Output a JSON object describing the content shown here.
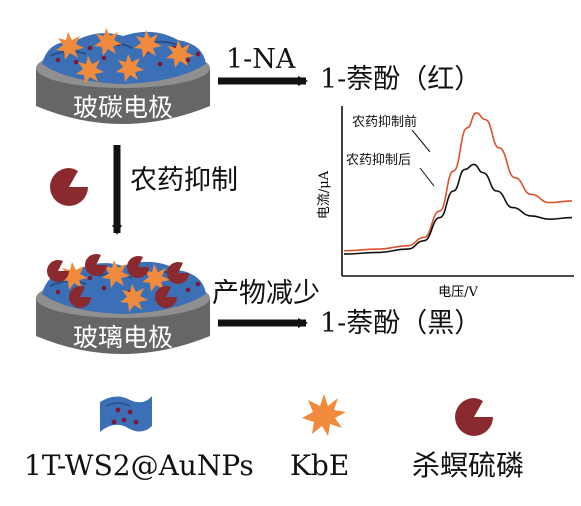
{
  "top_electrode_label": "玻碳电极",
  "bottom_electrode_label": "玻璃电极",
  "step_reagent": "1-NA",
  "top_product": "1-萘酚（红）",
  "inhibition_label": "农药抑制",
  "decrease_label": "产物减少",
  "bottom_product": "1-萘酚（黑）",
  "chart_data": {
    "type": "line",
    "xlabel": "电压/V",
    "ylabel": "电流/μA",
    "x_ticks": [],
    "y_ticks": [],
    "series": [
      {
        "name": "农药抑制前",
        "color": "#e0502a",
        "points": [
          [
            0,
            0.14
          ],
          [
            0.15,
            0.15
          ],
          [
            0.28,
            0.17
          ],
          [
            0.35,
            0.22
          ],
          [
            0.42,
            0.38
          ],
          [
            0.48,
            0.62
          ],
          [
            0.54,
            0.88
          ],
          [
            0.58,
            0.97
          ],
          [
            0.62,
            0.93
          ],
          [
            0.68,
            0.76
          ],
          [
            0.75,
            0.58
          ],
          [
            0.82,
            0.48
          ],
          [
            0.9,
            0.43
          ],
          [
            1,
            0.44
          ]
        ]
      },
      {
        "name": "农药抑制后",
        "color": "#111111",
        "points": [
          [
            0,
            0.12
          ],
          [
            0.15,
            0.13
          ],
          [
            0.28,
            0.15
          ],
          [
            0.35,
            0.2
          ],
          [
            0.42,
            0.34
          ],
          [
            0.48,
            0.5
          ],
          [
            0.53,
            0.63
          ],
          [
            0.57,
            0.66
          ],
          [
            0.61,
            0.61
          ],
          [
            0.67,
            0.5
          ],
          [
            0.74,
            0.4
          ],
          [
            0.82,
            0.35
          ],
          [
            0.9,
            0.33
          ],
          [
            1,
            0.34
          ]
        ]
      }
    ]
  },
  "legend": {
    "nanosheet_label": "1T-WS2@AuNPs",
    "kbe_label": "KbE",
    "pesticide_label": "杀螟硫磷"
  },
  "colors": {
    "nanosheet": "#3b6fb6",
    "gold_np": "#7a1a3a",
    "kbe": "#f08a3c",
    "pesticide": "#8b2a2e",
    "electrode": "#6f6f6f"
  }
}
